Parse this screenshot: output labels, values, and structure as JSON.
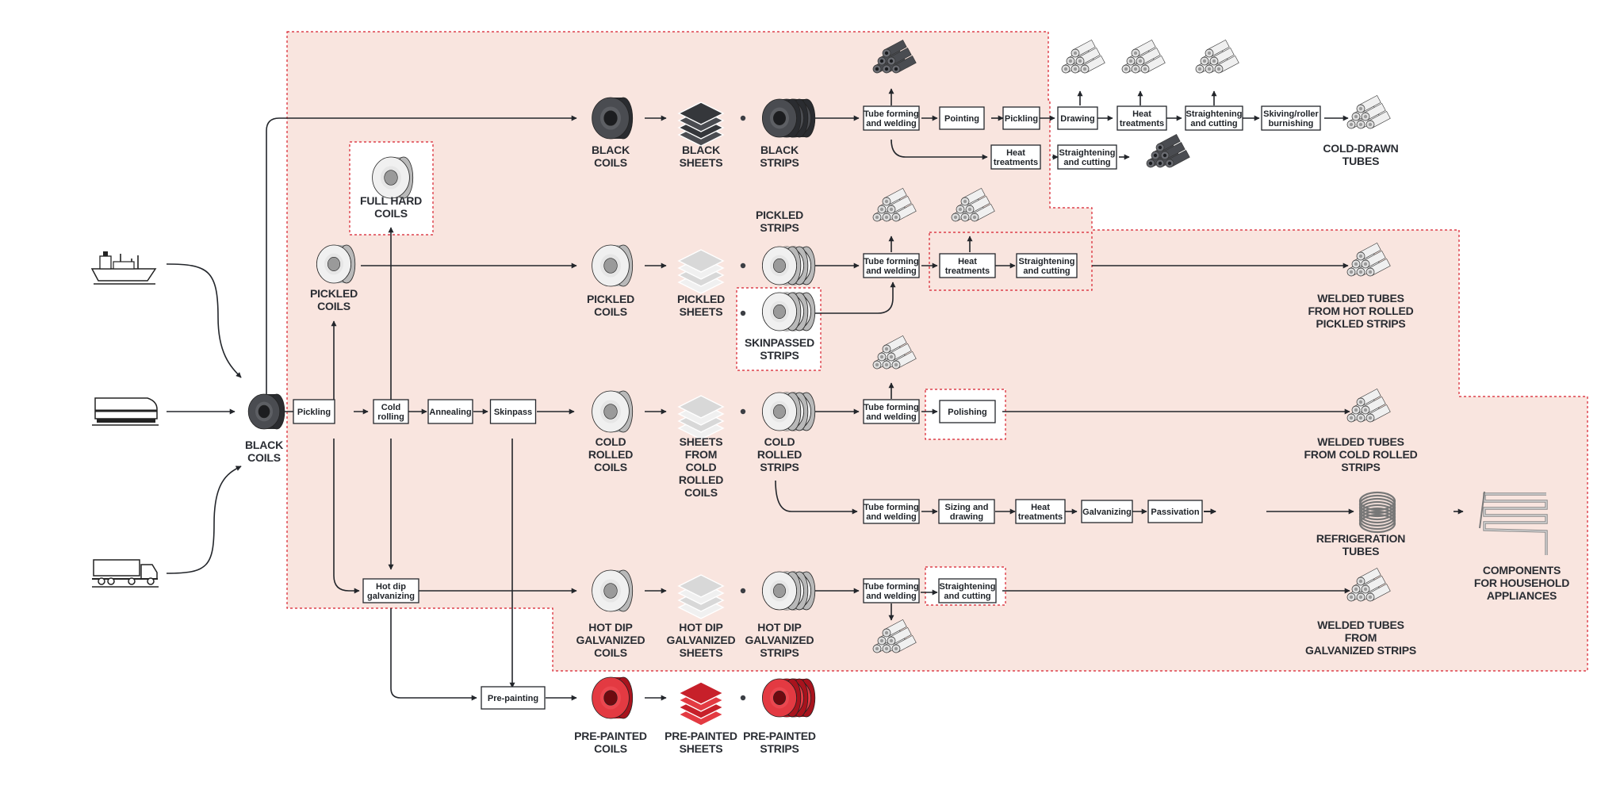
{
  "colors": {
    "zone_fill": "#f9e5df",
    "zone_border": "#d81e2c",
    "dark": "#2b2d31",
    "grey": "#c8c8c8",
    "red": "#d81e2c",
    "line": "#23262b"
  },
  "sources": {
    "ship": "ship-icon",
    "train": "train-icon",
    "truck": "truck-icon"
  },
  "processes": {
    "pickling": "Pickling",
    "cold_rolling": [
      "Cold",
      "rolling"
    ],
    "annealing": "Annealing",
    "skinpass": "Skinpass",
    "hot_dip_galvanizing": [
      "Hot dip",
      "galvanizing"
    ],
    "pre_painting": "Pre-painting",
    "tube_forming": [
      "Tube forming",
      "and welding"
    ],
    "pointing": "Pointing",
    "pickling_tube": "Pickling",
    "drawing": "Drawing",
    "heat_treatments": [
      "Heat",
      "treatments"
    ],
    "straightening_cutting": [
      "Straightening",
      "and cutting"
    ],
    "skiving": [
      "Skiving/roller",
      "burnishing"
    ],
    "polishing": "Polishing",
    "sizing_drawing": [
      "Sizing and",
      "drawing"
    ],
    "galvanizing": "Galvanizing",
    "passivation": "Passivation"
  },
  "products": {
    "black_coils_source": [
      "BLACK",
      "COILS"
    ],
    "pickled_coils_left": [
      "PICKLED",
      "COILS"
    ],
    "full_hard_coils": [
      "FULL HARD",
      "COILS"
    ],
    "black_coils": [
      "BLACK",
      "COILS"
    ],
    "black_sheets": [
      "BLACK",
      "SHEETS"
    ],
    "black_strips": [
      "BLACK",
      "STRIPS"
    ],
    "pickled_coils": [
      "PICKLED",
      "COILS"
    ],
    "pickled_sheets": [
      "PICKLED",
      "SHEETS"
    ],
    "pickled_strips": [
      "PICKLED",
      "STRIPS"
    ],
    "skinpassed_strips": [
      "SKINPASSED",
      "STRIPS"
    ],
    "cold_rolled_coils": [
      "COLD",
      "ROLLED",
      "COILS"
    ],
    "sheets_cold_rolled": [
      "SHEETS",
      "FROM",
      "COLD",
      "ROLLED",
      "COILS"
    ],
    "cold_rolled_strips": [
      "COLD",
      "ROLLED",
      "STRIPS"
    ],
    "hot_dip_coils": [
      "HOT DIP",
      "GALVANIZED",
      "COILS"
    ],
    "hot_dip_sheets": [
      "HOT DIP",
      "GALVANIZED",
      "SHEETS"
    ],
    "hot_dip_strips": [
      "HOT DIP",
      "GALVANIZED",
      "STRIPS"
    ],
    "pre_painted_coils": [
      "PRE-PAINTED",
      "COILS"
    ],
    "pre_painted_sheets": [
      "PRE-PAINTED",
      "SHEETS"
    ],
    "pre_painted_strips": [
      "PRE-PAINTED",
      "STRIPS"
    ],
    "cold_drawn_tubes": [
      "COLD-DRAWN",
      "TUBES"
    ],
    "welded_hot_rolled": [
      "WELDED TUBES",
      "FROM HOT ROLLED",
      "PICKLED STRIPS"
    ],
    "welded_cold_rolled": [
      "WELDED TUBES",
      "FROM COLD ROLLED",
      "STRIPS"
    ],
    "refrigeration_tubes": [
      "REFRIGERATION",
      "TUBES"
    ],
    "welded_galvanized": [
      "WELDED TUBES",
      "FROM",
      "GALVANIZED STRIPS"
    ],
    "components": [
      "COMPONENTS",
      "FOR HOUSEHOLD",
      "APPLIANCES"
    ]
  }
}
